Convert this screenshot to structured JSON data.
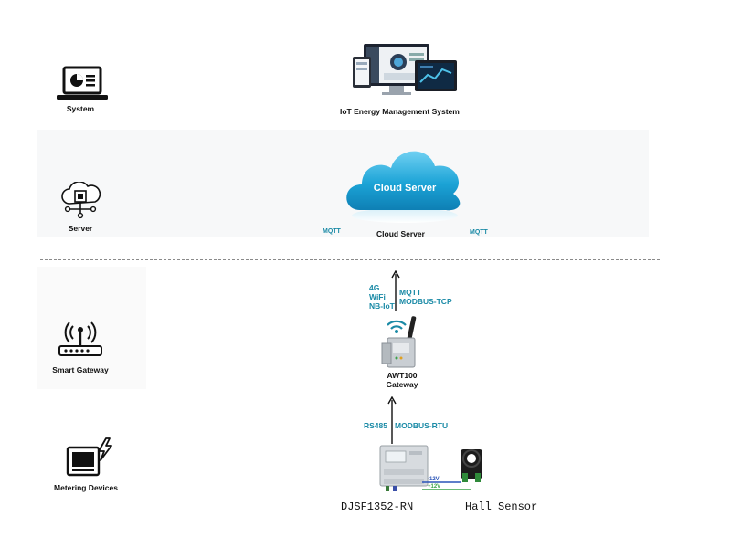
{
  "lanes": {
    "system": "System",
    "server": "Server",
    "gateway": "Smart Gateway",
    "metering": "Metering Devices"
  },
  "system_layer": {
    "title": "IoT Energy Management System"
  },
  "server_layer": {
    "cloud_text": "Cloud Server",
    "caption": "Cloud Server",
    "mqtt_left": "MQTT",
    "mqtt_right": "MQTT"
  },
  "gateway_layer": {
    "net_line1": "4G",
    "net_line2": "WiFi",
    "net_line3": "NB-IoT",
    "proto_line1": "MQTT",
    "proto_line2": "MODBUS-TCP",
    "device_line1": "AWT100",
    "device_line2": "Gateway"
  },
  "metering_layer": {
    "link_left": "RS485",
    "link_right": "MODBUS-RTU",
    "meter_name": "DJSF1352-RN",
    "sensor_name": "Hall Sensor",
    "wire_neg": "-12V",
    "wire_pos": "+12V"
  },
  "colors": {
    "accent_blue": "#1a8aa6",
    "cloud_blue": "#1ba3d6",
    "divider": "#8a8a8a"
  },
  "icons": [
    "laptop-chart-icon",
    "cloud-network-icon",
    "router-icon",
    "monitor-lightning-icon",
    "wifi-icon",
    "arrow-up-icon"
  ]
}
